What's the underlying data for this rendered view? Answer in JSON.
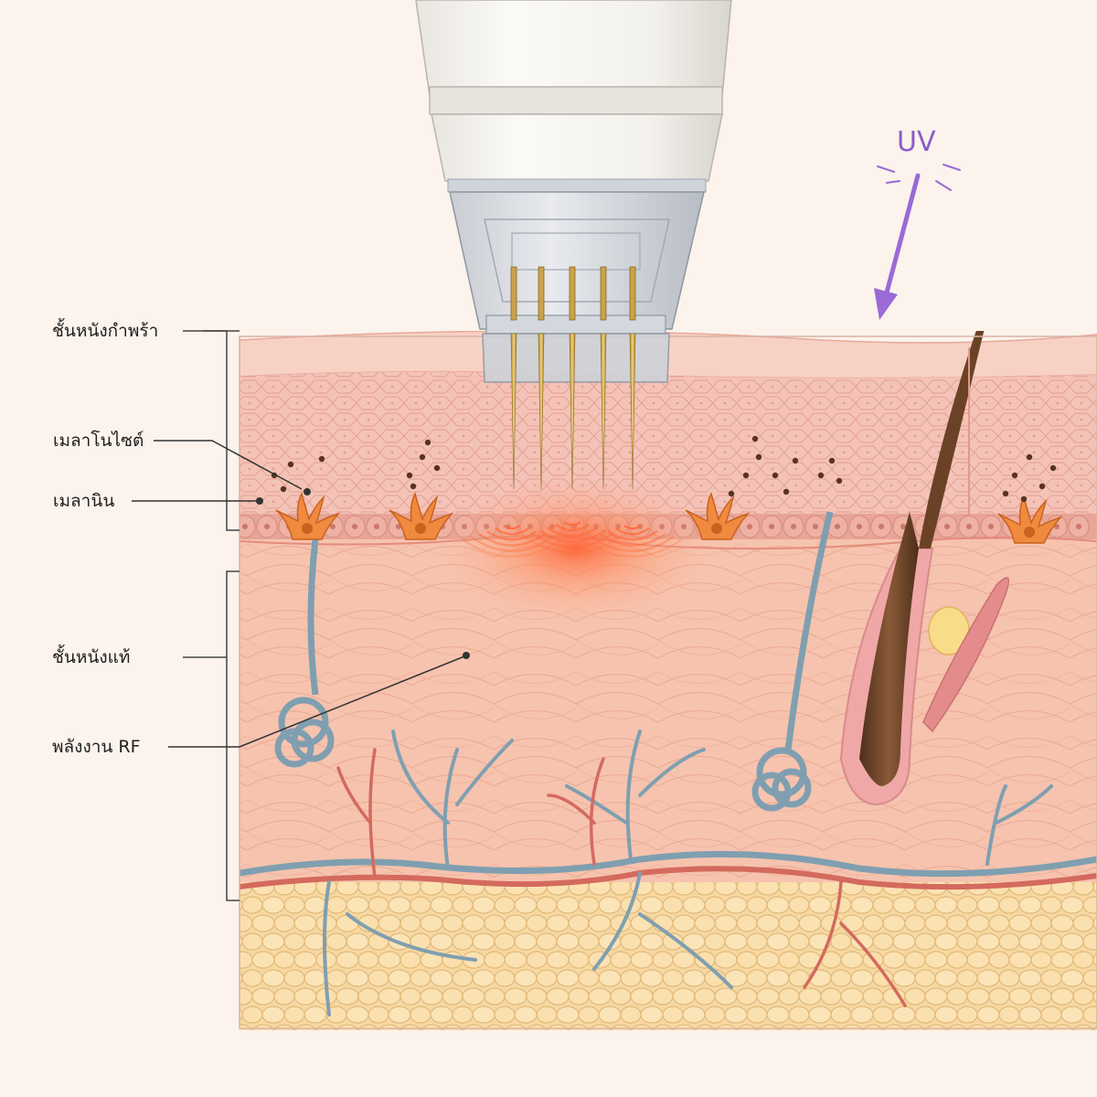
{
  "labels": {
    "epidermis": "ชั้นหนังกำพร้า",
    "melanocyte": "เมลาโนไซต์",
    "melanin": "เมลานิน",
    "dermis": "ชั้นหนังแท้",
    "rf_energy": "พลังงาน RF",
    "uv": "UV"
  },
  "colors": {
    "background": "#fbf3ec",
    "epidermis": "#f2b9ae",
    "dermis": "#f6c3ae",
    "fat": "#f6d8a3",
    "melanocyte": "#f08a3e",
    "melanin": "#5a3320",
    "vein": "#7f9fb0",
    "artery": "#d46a5e",
    "rf_glow": "#ff6a3a",
    "uv_arrow": "#9a6ad6",
    "needle": "#c9a24a",
    "hair": "#6b4226"
  },
  "icons": {
    "device": "microneedle-rf-handpiece-icon",
    "uv": "uv-ray-icon",
    "hair": "hair-follicle-icon"
  }
}
